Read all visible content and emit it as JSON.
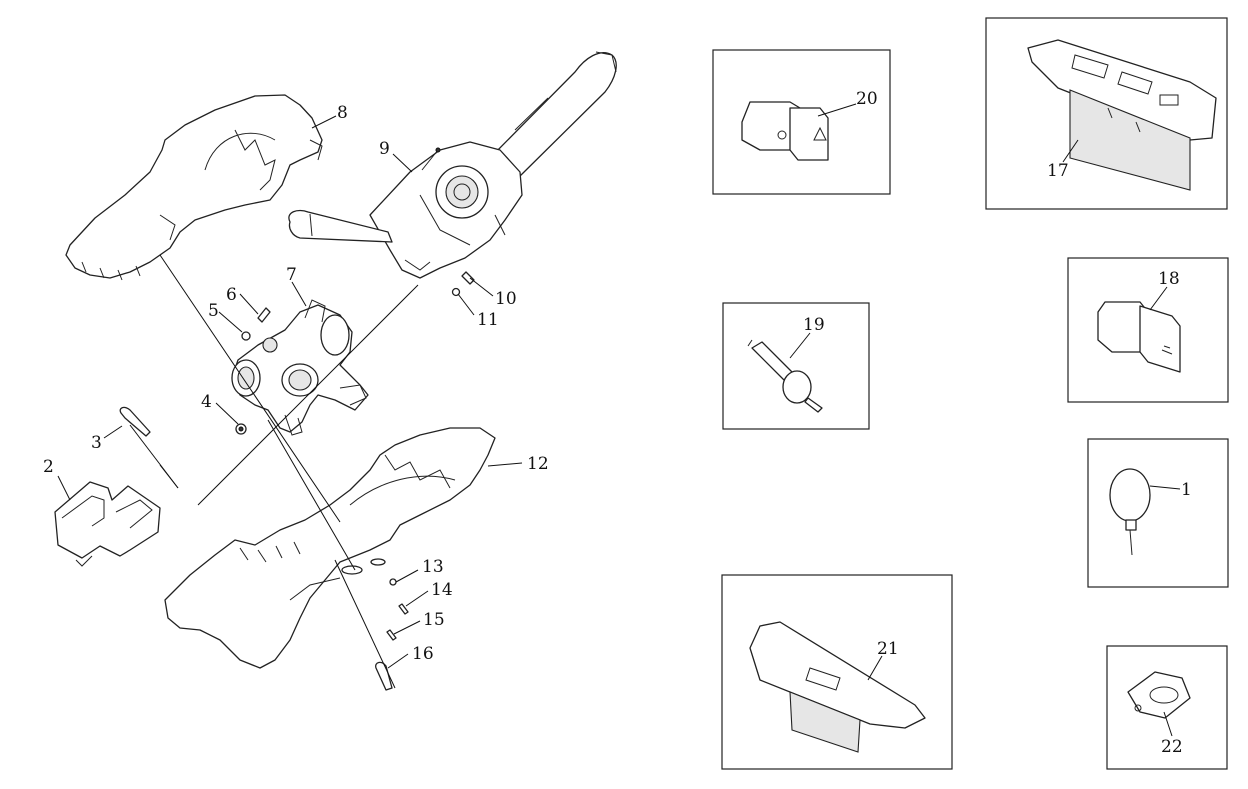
{
  "callouts": [
    {
      "id": "part-1",
      "label": "1"
    },
    {
      "id": "part-2",
      "label": "2"
    },
    {
      "id": "part-3",
      "label": "3"
    },
    {
      "id": "part-4",
      "label": "4"
    },
    {
      "id": "part-5",
      "label": "5"
    },
    {
      "id": "part-6",
      "label": "6"
    },
    {
      "id": "part-7",
      "label": "7"
    },
    {
      "id": "part-8",
      "label": "8"
    },
    {
      "id": "part-9",
      "label": "9"
    },
    {
      "id": "part-10",
      "label": "10"
    },
    {
      "id": "part-11",
      "label": "11"
    },
    {
      "id": "part-12",
      "label": "12"
    },
    {
      "id": "part-13",
      "label": "13"
    },
    {
      "id": "part-14",
      "label": "14"
    },
    {
      "id": "part-15",
      "label": "15"
    },
    {
      "id": "part-16",
      "label": "16"
    },
    {
      "id": "part-17",
      "label": "17"
    },
    {
      "id": "part-18",
      "label": "18"
    },
    {
      "id": "part-19",
      "label": "19"
    },
    {
      "id": "part-20",
      "label": "20"
    },
    {
      "id": "part-21",
      "label": "21"
    },
    {
      "id": "part-22",
      "label": "22"
    }
  ]
}
